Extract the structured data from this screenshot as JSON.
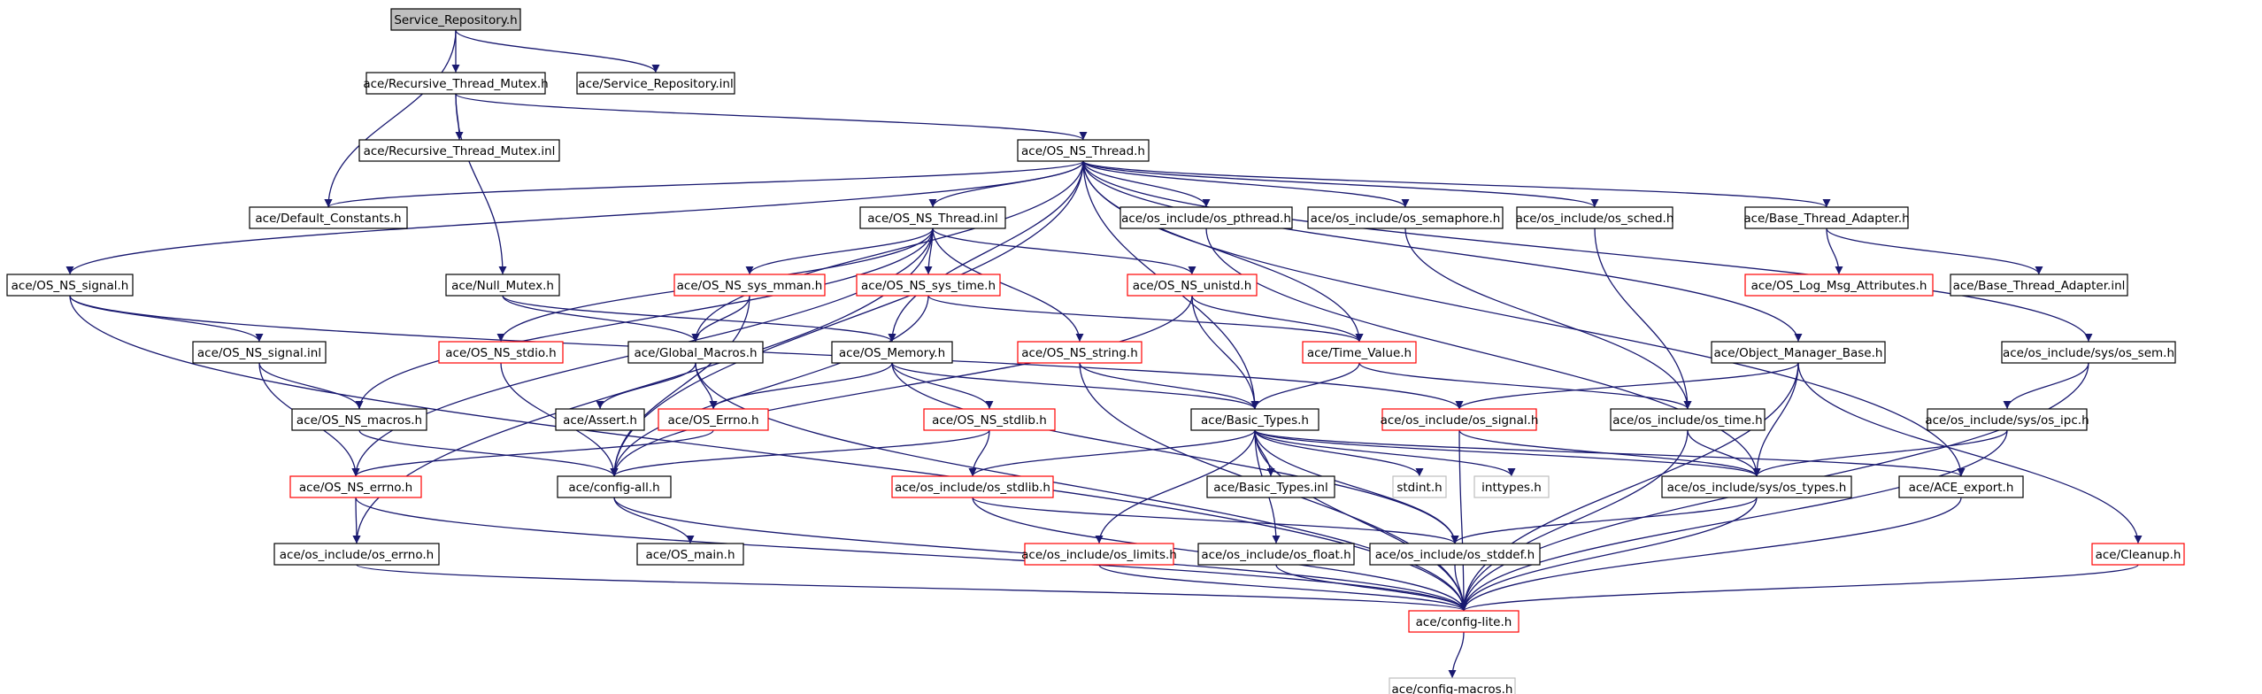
{
  "colors": {
    "edge": "#191970",
    "border_normal": "#000000",
    "border_truncated": "#ff0000",
    "border_external": "#bfbfbf",
    "root_fill": "#bfbfbf",
    "fill": "#ffffff"
  },
  "nodes": [
    {
      "id": "service_repository_h",
      "label": "Service_Repository.h",
      "kind": "root"
    },
    {
      "id": "recursive_thread_mutex_h",
      "label": "ace/Recursive_Thread_Mutex.h",
      "kind": "normal"
    },
    {
      "id": "service_repository_inl",
      "label": "ace/Service_Repository.inl",
      "kind": "normal"
    },
    {
      "id": "recursive_thread_mutex_inl",
      "label": "ace/Recursive_Thread_Mutex.inl",
      "kind": "normal"
    },
    {
      "id": "os_ns_thread_h",
      "label": "ace/OS_NS_Thread.h",
      "kind": "normal"
    },
    {
      "id": "default_constants_h",
      "label": "ace/Default_Constants.h",
      "kind": "normal"
    },
    {
      "id": "os_ns_thread_inl",
      "label": "ace/OS_NS_Thread.inl",
      "kind": "normal"
    },
    {
      "id": "os_pthread_h",
      "label": "ace/os_include/os_pthread.h",
      "kind": "normal"
    },
    {
      "id": "os_semaphore_h",
      "label": "ace/os_include/os_semaphore.h",
      "kind": "normal"
    },
    {
      "id": "os_sched_h",
      "label": "ace/os_include/os_sched.h",
      "kind": "normal"
    },
    {
      "id": "base_thread_adapter_h",
      "label": "ace/Base_Thread_Adapter.h",
      "kind": "normal"
    },
    {
      "id": "os_ns_signal_h",
      "label": "ace/OS_NS_signal.h",
      "kind": "normal"
    },
    {
      "id": "null_mutex_h",
      "label": "ace/Null_Mutex.h",
      "kind": "normal"
    },
    {
      "id": "os_ns_sys_mman_h",
      "label": "ace/OS_NS_sys_mman.h",
      "kind": "truncated"
    },
    {
      "id": "os_ns_sys_time_h",
      "label": "ace/OS_NS_sys_time.h",
      "kind": "truncated"
    },
    {
      "id": "os_ns_unistd_h",
      "label": "ace/OS_NS_unistd.h",
      "kind": "truncated"
    },
    {
      "id": "os_log_msg_attributes_h",
      "label": "ace/OS_Log_Msg_Attributes.h",
      "kind": "truncated"
    },
    {
      "id": "base_thread_adapter_inl",
      "label": "ace/Base_Thread_Adapter.inl",
      "kind": "normal"
    },
    {
      "id": "os_ns_signal_inl",
      "label": "ace/OS_NS_signal.inl",
      "kind": "normal"
    },
    {
      "id": "os_ns_stdio_h",
      "label": "ace/OS_NS_stdio.h",
      "kind": "truncated"
    },
    {
      "id": "global_macros_h",
      "label": "ace/Global_Macros.h",
      "kind": "normal"
    },
    {
      "id": "os_memory_h",
      "label": "ace/OS_Memory.h",
      "kind": "normal"
    },
    {
      "id": "os_ns_string_h",
      "label": "ace/OS_NS_string.h",
      "kind": "truncated"
    },
    {
      "id": "time_value_h",
      "label": "ace/Time_Value.h",
      "kind": "truncated"
    },
    {
      "id": "object_manager_base_h",
      "label": "ace/Object_Manager_Base.h",
      "kind": "normal"
    },
    {
      "id": "os_sem_h",
      "label": "ace/os_include/sys/os_sem.h",
      "kind": "normal"
    },
    {
      "id": "os_ns_macros_h",
      "label": "ace/OS_NS_macros.h",
      "kind": "normal"
    },
    {
      "id": "assert_h",
      "label": "ace/Assert.h",
      "kind": "normal"
    },
    {
      "id": "os_errno_ace_h",
      "label": "ace/OS_Errno.h",
      "kind": "truncated"
    },
    {
      "id": "os_ns_stdlib_h",
      "label": "ace/OS_NS_stdlib.h",
      "kind": "truncated"
    },
    {
      "id": "basic_types_h",
      "label": "ace/Basic_Types.h",
      "kind": "normal"
    },
    {
      "id": "os_signal_h",
      "label": "ace/os_include/os_signal.h",
      "kind": "truncated"
    },
    {
      "id": "os_time_h",
      "label": "ace/os_include/os_time.h",
      "kind": "normal"
    },
    {
      "id": "os_ipc_h",
      "label": "ace/os_include/sys/os_ipc.h",
      "kind": "normal"
    },
    {
      "id": "os_ns_errno_h",
      "label": "ace/OS_NS_errno.h",
      "kind": "truncated"
    },
    {
      "id": "config_all_h",
      "label": "ace/config-all.h",
      "kind": "normal"
    },
    {
      "id": "os_stdlib_h",
      "label": "ace/os_include/os_stdlib.h",
      "kind": "truncated"
    },
    {
      "id": "basic_types_inl",
      "label": "ace/Basic_Types.inl",
      "kind": "normal"
    },
    {
      "id": "stdint_h",
      "label": "stdint.h",
      "kind": "external"
    },
    {
      "id": "inttypes_h",
      "label": "inttypes.h",
      "kind": "external"
    },
    {
      "id": "os_types_h",
      "label": "ace/os_include/sys/os_types.h",
      "kind": "normal"
    },
    {
      "id": "ace_export_h",
      "label": "ace/ACE_export.h",
      "kind": "normal"
    },
    {
      "id": "os_errno_h",
      "label": "ace/os_include/os_errno.h",
      "kind": "normal"
    },
    {
      "id": "os_main_h",
      "label": "ace/OS_main.h",
      "kind": "normal"
    },
    {
      "id": "os_limits_h",
      "label": "ace/os_include/os_limits.h",
      "kind": "truncated"
    },
    {
      "id": "os_float_h",
      "label": "ace/os_include/os_float.h",
      "kind": "normal"
    },
    {
      "id": "os_stddef_h",
      "label": "ace/os_include/os_stddef.h",
      "kind": "normal"
    },
    {
      "id": "cleanup_h",
      "label": "ace/Cleanup.h",
      "kind": "truncated"
    },
    {
      "id": "config_lite_h",
      "label": "ace/config-lite.h",
      "kind": "truncated"
    },
    {
      "id": "config_macros_h",
      "label": "ace/config-macros.h",
      "kind": "external"
    }
  ],
  "edges": [
    [
      "service_repository_h",
      "recursive_thread_mutex_h"
    ],
    [
      "service_repository_h",
      "service_repository_inl"
    ],
    [
      "service_repository_h",
      "default_constants_h"
    ],
    [
      "recursive_thread_mutex_h",
      "recursive_thread_mutex_inl"
    ],
    [
      "recursive_thread_mutex_h",
      "os_ns_thread_h"
    ],
    [
      "recursive_thread_mutex_h",
      "null_mutex_h"
    ],
    [
      "os_ns_thread_h",
      "default_constants_h"
    ],
    [
      "os_ns_thread_h",
      "os_ns_thread_inl"
    ],
    [
      "os_ns_thread_h",
      "os_pthread_h"
    ],
    [
      "os_ns_thread_h",
      "os_semaphore_h"
    ],
    [
      "os_ns_thread_h",
      "os_sched_h"
    ],
    [
      "os_ns_thread_h",
      "base_thread_adapter_h"
    ],
    [
      "os_ns_thread_h",
      "os_ns_signal_h"
    ],
    [
      "os_ns_thread_h",
      "global_macros_h"
    ],
    [
      "os_ns_thread_h",
      "os_memory_h"
    ],
    [
      "os_ns_thread_h",
      "time_value_h"
    ],
    [
      "os_ns_thread_h",
      "object_manager_base_h"
    ],
    [
      "os_ns_thread_h",
      "os_sem_h"
    ],
    [
      "os_ns_thread_h",
      "config_all_h"
    ],
    [
      "os_ns_thread_h",
      "basic_types_h"
    ],
    [
      "os_ns_thread_h",
      "ace_export_h"
    ],
    [
      "os_ns_thread_inl",
      "os_ns_sys_mman_h"
    ],
    [
      "os_ns_thread_inl",
      "os_ns_sys_time_h"
    ],
    [
      "os_ns_thread_inl",
      "os_ns_unistd_h"
    ],
    [
      "os_ns_thread_inl",
      "os_ns_stdio_h"
    ],
    [
      "os_ns_thread_inl",
      "os_ns_string_h"
    ],
    [
      "os_ns_thread_inl",
      "os_ns_macros_h"
    ],
    [
      "os_ns_thread_inl",
      "os_ns_errno_h"
    ],
    [
      "os_ns_thread_inl",
      "os_errno_h"
    ],
    [
      "os_ns_sys_mman_h",
      "global_macros_h"
    ],
    [
      "os_ns_sys_mman_h",
      "config_all_h"
    ],
    [
      "os_ns_sys_time_h",
      "time_value_h"
    ],
    [
      "os_ns_sys_time_h",
      "config_all_h"
    ],
    [
      "os_ns_unistd_h",
      "time_value_h"
    ],
    [
      "os_ns_unistd_h",
      "basic_types_h"
    ],
    [
      "os_ns_unistd_h",
      "config_all_h"
    ],
    [
      "os_pthread_h",
      "os_types_h"
    ],
    [
      "os_semaphore_h",
      "os_time_h"
    ],
    [
      "os_sched_h",
      "os_time_h"
    ],
    [
      "base_thread_adapter_h",
      "os_log_msg_attributes_h"
    ],
    [
      "base_thread_adapter_h",
      "base_thread_adapter_inl"
    ],
    [
      "os_ns_signal_h",
      "os_ns_signal_inl"
    ],
    [
      "os_ns_signal_h",
      "os_signal_h"
    ],
    [
      "os_ns_signal_h",
      "config_lite_h"
    ],
    [
      "os_ns_signal_inl",
      "os_ns_macros_h"
    ],
    [
      "os_ns_signal_inl",
      "os_ns_errno_h"
    ],
    [
      "null_mutex_h",
      "global_macros_h"
    ],
    [
      "null_mutex_h",
      "os_memory_h"
    ],
    [
      "os_ns_stdio_h",
      "config_all_h"
    ],
    [
      "global_macros_h",
      "assert_h"
    ],
    [
      "global_macros_h",
      "os_errno_ace_h"
    ],
    [
      "global_macros_h",
      "config_lite_h"
    ],
    [
      "os_memory_h",
      "os_errno_ace_h"
    ],
    [
      "os_memory_h",
      "os_ns_stdlib_h"
    ],
    [
      "os_memory_h",
      "basic_types_h"
    ],
    [
      "os_memory_h",
      "os_stddef_h"
    ],
    [
      "os_ns_string_h",
      "basic_types_h"
    ],
    [
      "os_ns_string_h",
      "config_lite_h"
    ],
    [
      "time_value_h",
      "basic_types_h"
    ],
    [
      "time_value_h",
      "os_time_h"
    ],
    [
      "object_manager_base_h",
      "os_signal_h"
    ],
    [
      "object_manager_base_h",
      "os_types_h"
    ],
    [
      "object_manager_base_h",
      "cleanup_h"
    ],
    [
      "object_manager_base_h",
      "config_lite_h"
    ],
    [
      "os_sem_h",
      "os_ipc_h"
    ],
    [
      "os_sem_h",
      "config_lite_h"
    ],
    [
      "os_ns_macros_h",
      "config_all_h"
    ],
    [
      "os_errno_ace_h",
      "os_ns_errno_h"
    ],
    [
      "os_ns_stdlib_h",
      "os_stdlib_h"
    ],
    [
      "os_ns_stdlib_h",
      "config_all_h"
    ],
    [
      "basic_types_h",
      "basic_types_inl"
    ],
    [
      "basic_types_h",
      "stdint_h"
    ],
    [
      "basic_types_h",
      "inttypes_h"
    ],
    [
      "basic_types_h",
      "os_types_h"
    ],
    [
      "basic_types_h",
      "ace_export_h"
    ],
    [
      "basic_types_h",
      "os_stdlib_h"
    ],
    [
      "basic_types_h",
      "os_limits_h"
    ],
    [
      "basic_types_h",
      "os_float_h"
    ],
    [
      "basic_types_h",
      "os_stddef_h"
    ],
    [
      "basic_types_h",
      "config_lite_h"
    ],
    [
      "os_signal_h",
      "os_types_h"
    ],
    [
      "os_signal_h",
      "config_lite_h"
    ],
    [
      "os_time_h",
      "os_types_h"
    ],
    [
      "os_time_h",
      "config_lite_h"
    ],
    [
      "os_ipc_h",
      "os_types_h"
    ],
    [
      "os_ipc_h",
      "config_lite_h"
    ],
    [
      "os_ns_errno_h",
      "os_errno_h"
    ],
    [
      "os_ns_errno_h",
      "config_lite_h"
    ],
    [
      "config_all_h",
      "os_main_h"
    ],
    [
      "config_all_h",
      "config_lite_h"
    ],
    [
      "os_stdlib_h",
      "os_stddef_h"
    ],
    [
      "os_stdlib_h",
      "config_lite_h"
    ],
    [
      "os_types_h",
      "os_stddef_h"
    ],
    [
      "os_types_h",
      "config_lite_h"
    ],
    [
      "ace_export_h",
      "config_lite_h"
    ],
    [
      "os_errno_h",
      "config_lite_h"
    ],
    [
      "os_limits_h",
      "config_lite_h"
    ],
    [
      "os_float_h",
      "config_lite_h"
    ],
    [
      "os_stddef_h",
      "config_lite_h"
    ],
    [
      "cleanup_h",
      "config_lite_h"
    ],
    [
      "config_lite_h",
      "config_macros_h"
    ]
  ]
}
